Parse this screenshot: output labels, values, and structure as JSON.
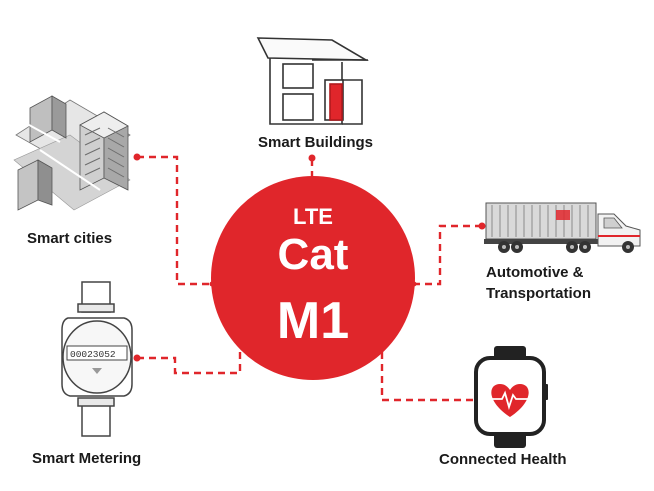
{
  "hub": {
    "line1": "LTE",
    "line2": "Cat",
    "line3": "M1",
    "color": "#e0262b"
  },
  "nodes": {
    "smart_buildings": "Smart Buildings",
    "smart_cities": "Smart cities",
    "automotive_line1": "Automotive &",
    "automotive_line2": "Transportation",
    "smart_metering": "Smart Metering",
    "connected_health": "Connected Health"
  },
  "illustrations": {
    "meter_reading": "00023052",
    "icons": [
      "house-icon",
      "city-icon",
      "truck-icon",
      "water-meter-icon",
      "smartwatch-heart-icon"
    ]
  },
  "connector_color": "#e0262b"
}
